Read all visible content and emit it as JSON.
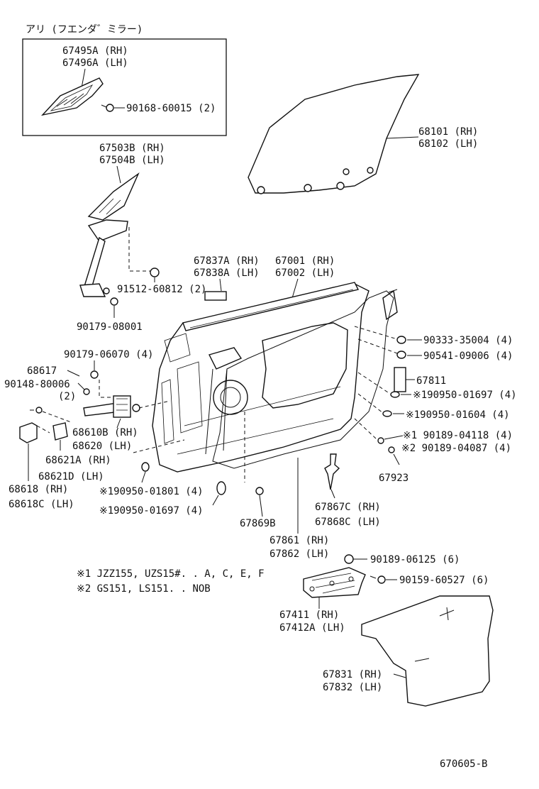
{
  "inset": {
    "title": "アリ (フエンダ゛ミラー)",
    "part_67495a": "67495A (RH)",
    "part_67496a": "67496A (LH)",
    "part_90168": "90168-60015 (2)"
  },
  "labels": {
    "p67503b": "67503B (RH)",
    "p67504b": "67504B (LH)",
    "p91512": "91512-60812 (2)",
    "p90179_08001": "90179-08001",
    "p68101": "68101 (RH)",
    "p68102": "68102 (LH)",
    "p67837a": "67837A (RH)",
    "p67838a": "67838A (LH)",
    "p67001": "67001 (RH)",
    "p67002": "67002 (LH)",
    "p90333": "90333-35004 (4)",
    "p90541": "90541-09006 (4)",
    "p67811": "67811",
    "p190950_01697_r": "※190950-01697 (4)",
    "p190950_01604": "※190950-01604 (4)",
    "p90189_04118": "※1 90189-04118 (4)",
    "p90189_04087": "※2 90189-04087 (4)",
    "p67923": "67923",
    "p90179_06070": "90179-06070 (4)",
    "p68617": "68617",
    "p90148": "90148-80006",
    "p90148_qty": "(2)",
    "p68610b": "68610B (RH)",
    "p68620": "68620 (LH)",
    "p68621a": "68621A (RH)",
    "p68621d": "68621D (LH)",
    "p68618": "68618 (RH)",
    "p68618c": "68618C (LH)",
    "p190950_01801": "※190950-01801 (4)",
    "p190950_01697_l": "※190950-01697 (4)",
    "p67869b": "67869B",
    "p67867c": "67867C (RH)",
    "p67868c": "67868C (LH)",
    "p67861": "67861 (RH)",
    "p67862": "67862 (LH)",
    "p90189_06125": "90189-06125 (6)",
    "p90159": "90159-60527 (6)",
    "p67411": "67411 (RH)",
    "p67412a": "67412A (LH)",
    "p67831": "67831 (RH)",
    "p67832": "67832 (LH)"
  },
  "notes": {
    "note1": "※1 JZZ155, UZS15#. . A, C, E, F",
    "note2": "※2 GS151, LS151. . NOB"
  },
  "diagram_code": "670605-B"
}
